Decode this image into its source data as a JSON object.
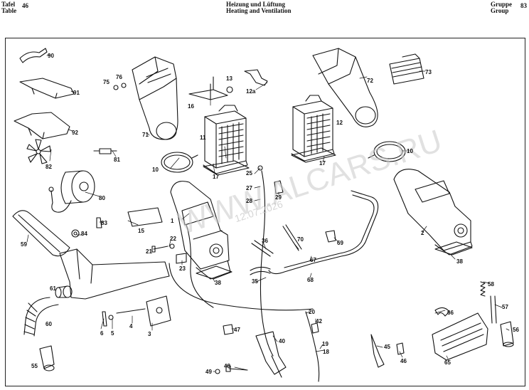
{
  "header": {
    "left_line1": "Tafel",
    "left_line2": "Table",
    "table_number": "46",
    "title_de": "Heizung und Lüftung",
    "title_en": "Heating and Ventilation",
    "right_line1": "Gruppe",
    "right_line2": "Group",
    "group_number": "83"
  },
  "watermark": {
    "text": "WWW.ALCARS.RU",
    "date": "12.07.2026"
  },
  "parts": {
    "p1": "1",
    "p2": "2",
    "p3": "3",
    "p4": "4",
    "p5": "5",
    "p6": "6",
    "p10a": "10",
    "p10b": "10",
    "p11": "11",
    "p12": "12",
    "p12a": "12a",
    "p13": "13",
    "p15": "15",
    "p16": "16",
    "p17a": "17",
    "p17b": "17",
    "p18": "18",
    "p19": "19",
    "p20": "20",
    "p21": "21",
    "p22": "22",
    "p23": "23",
    "p25": "25",
    "p27": "27",
    "p28": "28",
    "p29": "29",
    "p35": "35",
    "p36": "36",
    "p38a": "38",
    "p38b": "38",
    "p40": "40",
    "p42": "42",
    "p45": "45",
    "p46": "46",
    "p47": "47",
    "p48": "48",
    "p49": "49",
    "p55": "55",
    "p56": "56",
    "p57": "57",
    "p58": "58",
    "p59": "59",
    "p60": "60",
    "p61": "61",
    "p65": "65",
    "p66": "66",
    "p67": "67",
    "p68": "68",
    "p69": "69",
    "p70": "70",
    "p71": "71",
    "p72": "72",
    "p73": "73",
    "p75": "75",
    "p76": "76",
    "p80": "80",
    "p81": "81",
    "p82": "82",
    "p83": "83",
    "p84": "84",
    "p90": "90",
    "p91": "91",
    "p92": "92"
  }
}
